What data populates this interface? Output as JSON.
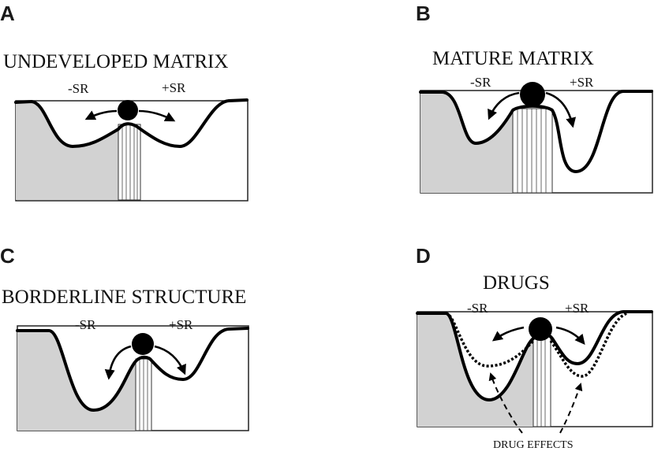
{
  "panels": [
    {
      "letter": "A",
      "title": "UNDEVELOPED MATRIX",
      "left_label": "-SR",
      "right_label": "+SR"
    },
    {
      "letter": "B",
      "title": "MATURE MATRIX",
      "left_label": "-SR",
      "right_label": "+SR"
    },
    {
      "letter": "C",
      "title": "BORDERLINE STRUCTURE",
      "left_label": "-SR",
      "right_label": "+SR"
    },
    {
      "letter": "D",
      "title": "DRUGS",
      "left_label": "-SR",
      "right_label": "+SR",
      "annotation": "DRUG EFFECTS"
    }
  ]
}
